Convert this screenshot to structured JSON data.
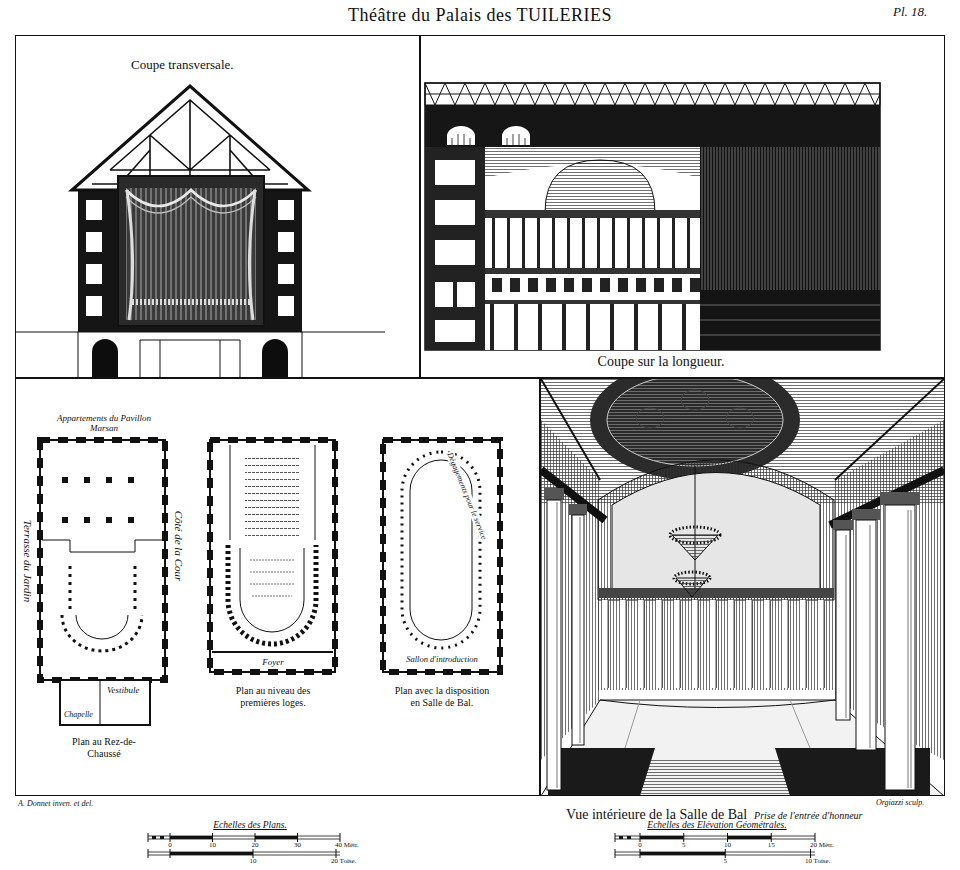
{
  "diagram": {
    "title": "Théâtre du Palais des TUILERIES",
    "nodes": [
      {
        "text": [
          "Coupe transversale."
        ]
      },
      {
        "text": [
          "Coupe sur la longueur."
        ]
      },
      {
        "text": [
          "Appartements du Pavillon Marsan",
          "Terrasse du Jardin",
          "Côté de la Cour",
          "Vestibule",
          "Chapelle",
          "Plan au Rez-de-Chaussé",
          "Foyer",
          "Plan au niveau des premières loges.",
          "Dégagements pour le service",
          "Sallon d'introduction",
          "Plan avec la disposition en Salle de Bal."
        ]
      },
      {
        "text": [
          "Vue intérieure de la Salle de Bal",
          "Prise de l'entrée d'honneur"
        ]
      }
    ],
    "labels": [
      "Pl. 18.",
      "A. Donnet inven. et del.",
      "Orgiazzi sculp.",
      "Echelles des Plans.",
      "0",
      "10",
      "20",
      "30",
      "40 Mètr.",
      "10",
      "20 Toise.",
      "Echelles des Elévation Géométrales.",
      "0",
      "5",
      "10",
      "15",
      "20 Mètr.",
      "5",
      "10 Toise."
    ]
  }
}
